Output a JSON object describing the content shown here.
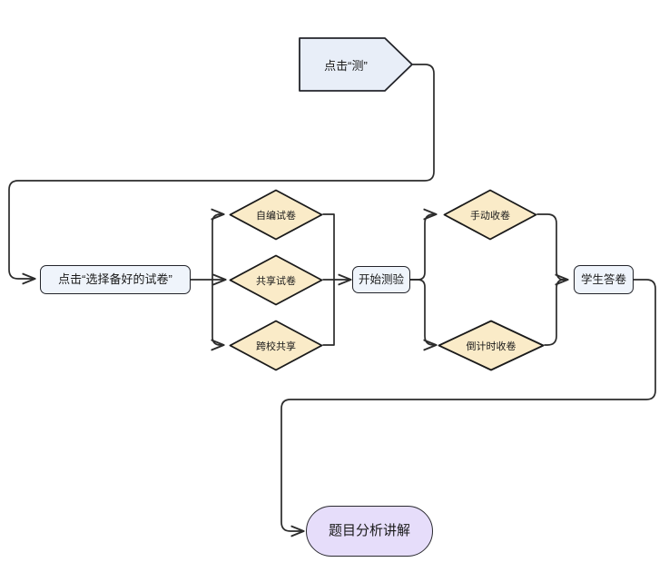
{
  "diagram": {
    "type": "flowchart",
    "title": "",
    "background_color": "#ffffff",
    "palette": {
      "process_fill": "#eff4fb",
      "process_stroke": "#23242a",
      "decision_fill": "#faebc8",
      "decision_stroke": "#1a1a1a",
      "terminator_fill": "#e6ddfa",
      "terminator_stroke": "#2a2a30",
      "pentagon_fill": "#e8eef8",
      "edge_stroke": "#2b2b2b"
    },
    "nodes": [
      {
        "id": "start",
        "label": "点击“测”",
        "shape": "pentagon"
      },
      {
        "id": "select_paper",
        "label": "点击“选择备好的试卷”",
        "shape": "process"
      },
      {
        "id": "self_paper",
        "label": "自编试卷",
        "shape": "diamond"
      },
      {
        "id": "share_paper",
        "label": "共享试卷",
        "shape": "diamond"
      },
      {
        "id": "cross_school",
        "label": "跨校共享",
        "shape": "diamond"
      },
      {
        "id": "begin_test",
        "label": "开始测验",
        "shape": "process"
      },
      {
        "id": "manual_collect",
        "label": "手动收卷",
        "shape": "diamond"
      },
      {
        "id": "timer_collect",
        "label": "倒计时收卷",
        "shape": "diamond"
      },
      {
        "id": "student_answer",
        "label": "学生答卷",
        "shape": "process"
      },
      {
        "id": "analysis",
        "label": "题目分析讲解",
        "shape": "terminator"
      }
    ],
    "edges": [
      {
        "from": "start",
        "to": "select_paper",
        "label": ""
      },
      {
        "from": "select_paper",
        "to": "self_paper",
        "label": ""
      },
      {
        "from": "select_paper",
        "to": "share_paper",
        "label": ""
      },
      {
        "from": "select_paper",
        "to": "cross_school",
        "label": ""
      },
      {
        "from": "self_paper",
        "to": "begin_test",
        "label": ""
      },
      {
        "from": "share_paper",
        "to": "begin_test",
        "label": ""
      },
      {
        "from": "cross_school",
        "to": "begin_test",
        "label": ""
      },
      {
        "from": "begin_test",
        "to": "manual_collect",
        "label": ""
      },
      {
        "from": "begin_test",
        "to": "timer_collect",
        "label": ""
      },
      {
        "from": "manual_collect",
        "to": "student_answer",
        "label": ""
      },
      {
        "from": "timer_collect",
        "to": "student_answer",
        "label": ""
      },
      {
        "from": "student_answer",
        "to": "analysis",
        "label": ""
      }
    ]
  }
}
